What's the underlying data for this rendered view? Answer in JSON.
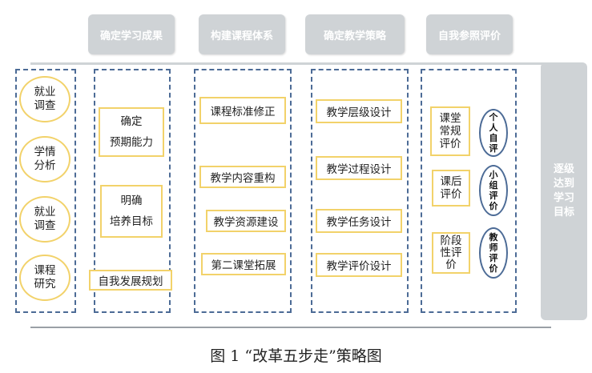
{
  "headers": [
    "确定学习成果",
    "构建课程体系",
    "确定教学策略",
    "自我参照评价"
  ],
  "col1": [
    "就业\n调查",
    "学情\n分析",
    "就业\n调查",
    "课程\n研究"
  ],
  "col2": [
    "确定\n\n预期能力",
    "明确\n\n培养目标",
    "自我发展规划"
  ],
  "col3": [
    "课程标准修正",
    "教学内容重构",
    "教学资源建设",
    "第二课堂拓展"
  ],
  "col4": [
    "教学层级设计",
    "教学过程设计",
    "教学任务设计",
    "教学评价设计"
  ],
  "col5": {
    "boxes": [
      "课堂\n常规\n评价",
      "课后\n评价",
      "阶段\n性评\n价"
    ],
    "ellipses": [
      "个\n人\n自\n评",
      "小\n组\n评\n价",
      "教\n师\n评\n价"
    ]
  },
  "goal": "逐级\n达到\n学习\n目标",
  "caption": "图 1 “改革五步走”策略图",
  "colors": {
    "header_bg": "#cfd3d6",
    "circle_border": "#f2d26a",
    "dash_border": "#4c6b96"
  }
}
